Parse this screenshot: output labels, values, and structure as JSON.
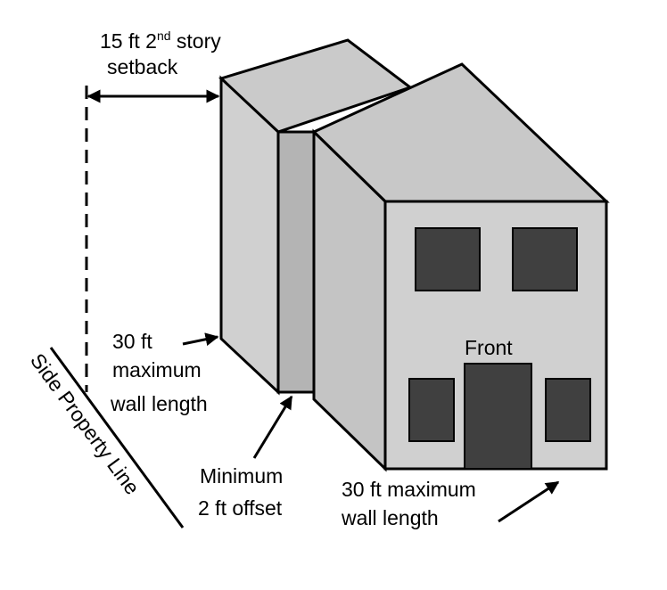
{
  "labels": {
    "setback_prefix": "15 ft 2",
    "setback_sup": "nd",
    "setback_suffix": " story",
    "setback_line2": "setback",
    "side_wall_line1": "30 ft",
    "side_wall_line2": "maximum",
    "side_wall_line3": "wall length",
    "offset_line1": "Minimum",
    "offset_line2": "2 ft offset",
    "front_wall_line1": "30 ft maximum",
    "front_wall_line2": "wall length",
    "front": "Front",
    "property_line": "Side Property Line"
  },
  "colors": {
    "wall_light": "#d0d0d0",
    "wall_side": "#c4c4c4",
    "wall_recess": "#b4b4b4",
    "roof": "#c8c8c8",
    "window": "#404040",
    "stroke": "#000000"
  }
}
